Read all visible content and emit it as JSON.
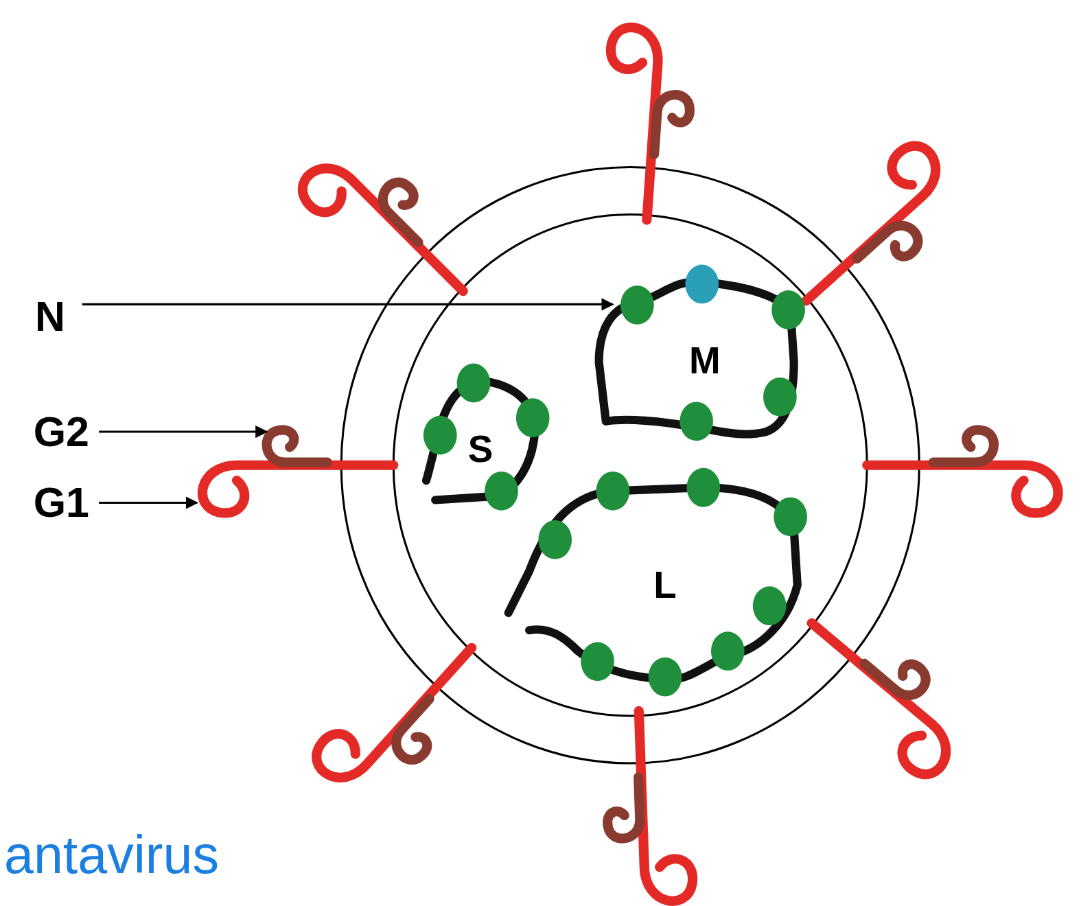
{
  "diagram": {
    "labels": [
      "N",
      "G2",
      "G1",
      "S",
      "M",
      "L",
      "antavirus"
    ]
  }
}
